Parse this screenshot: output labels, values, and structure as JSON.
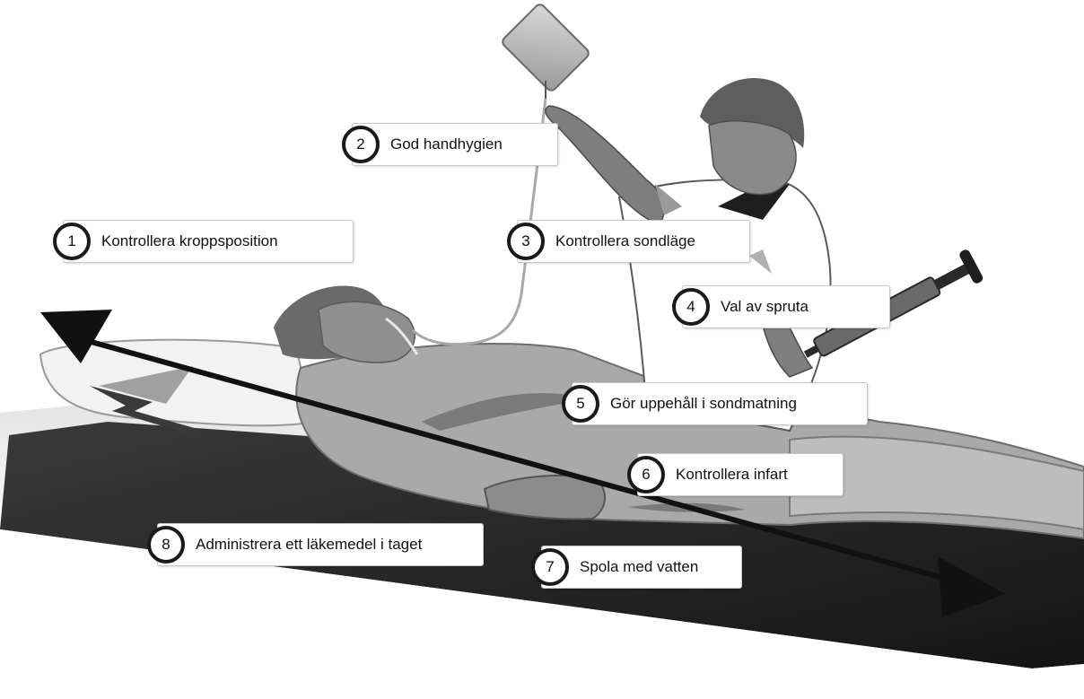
{
  "steps": [
    {
      "number": "1",
      "label": "Kontrollera kroppsposition"
    },
    {
      "number": "2",
      "label": "God handhygien"
    },
    {
      "number": "3",
      "label": "Kontrollera sondläge"
    },
    {
      "number": "4",
      "label": "Val av spruta"
    },
    {
      "number": "5",
      "label": "Gör uppehåll i sondmatning"
    },
    {
      "number": "6",
      "label": "Kontrollera infart"
    },
    {
      "number": "7",
      "label": "Spola med vatten"
    },
    {
      "number": "8",
      "label": "Administrera ett läkemedel i taget"
    }
  ],
  "colors": {
    "bed": "#262626",
    "patient_gown": "#a9a9a9",
    "nurse_skin": "#8a8a8a",
    "arrow": "#111111"
  }
}
